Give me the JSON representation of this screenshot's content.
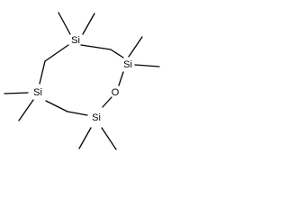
{
  "molecule": {
    "atoms": [
      {
        "element": "Si",
        "label": "Si"
      },
      {
        "element": "Si",
        "label": "Si"
      },
      {
        "element": "O",
        "label": "O"
      },
      {
        "element": "Si",
        "label": "Si"
      },
      {
        "element": "Si",
        "label": "Si"
      }
    ],
    "ring_size": 8,
    "methyl_substituents": 8
  }
}
